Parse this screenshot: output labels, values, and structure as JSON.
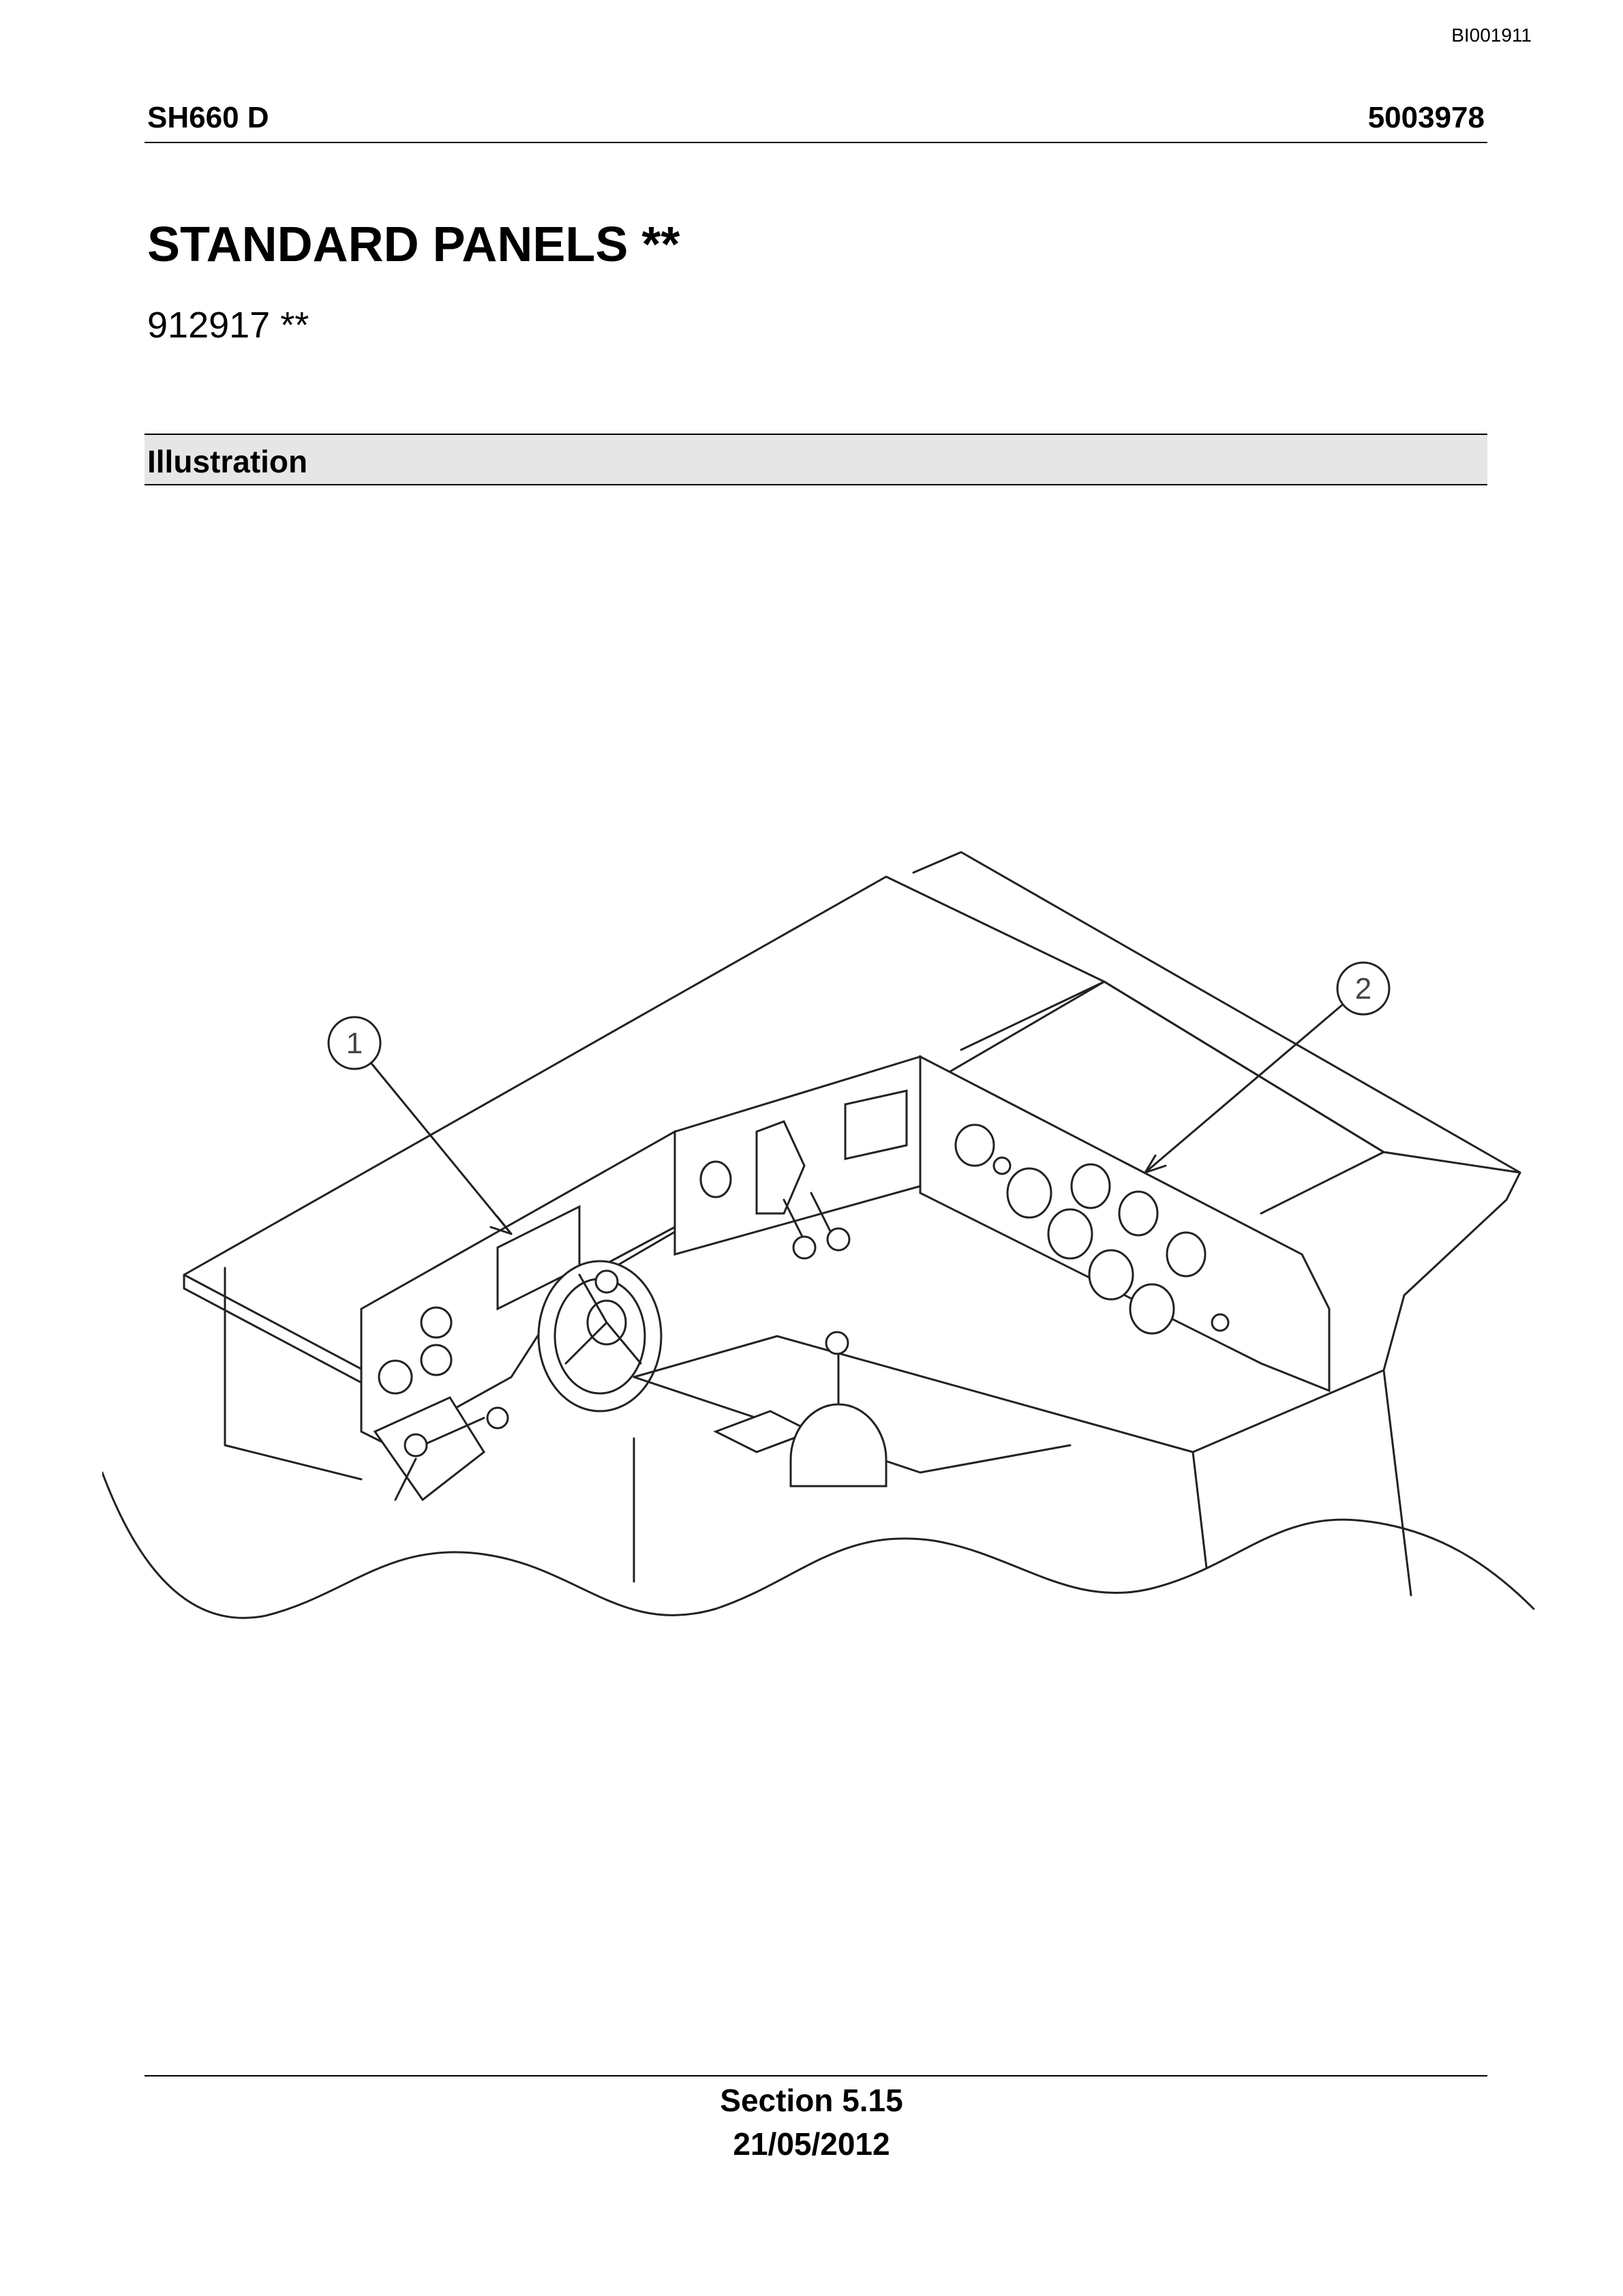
{
  "doc_code": "BI001911",
  "header": {
    "model": "SH660 D",
    "part_number": "5003978"
  },
  "title": "STANDARD PANELS **",
  "subtitle": "912917 **",
  "section_heading": "Illustration",
  "illustration": {
    "callouts": [
      "1",
      "2"
    ]
  },
  "footer": {
    "section": "Section 5.15",
    "date": "21/05/2012"
  }
}
